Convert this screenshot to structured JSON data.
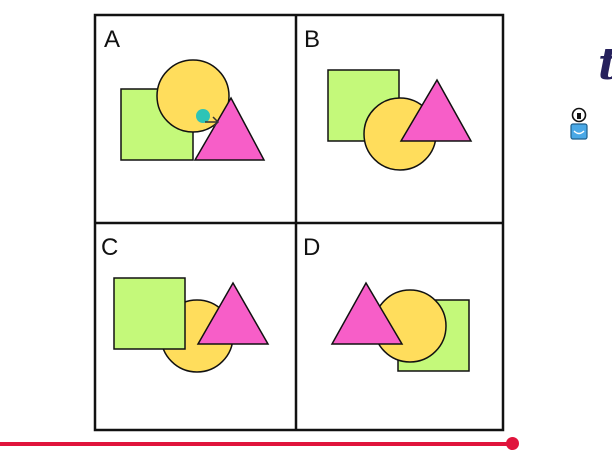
{
  "panels": [
    {
      "label": "A"
    },
    {
      "label": "B"
    },
    {
      "label": "C"
    },
    {
      "label": "D"
    }
  ],
  "side_glyph": "t",
  "icons": {
    "lightbulb": "lightbulb-icon",
    "box": "box-icon",
    "cursor": "cursor-arrow-icon"
  },
  "colors": {
    "square": "#c4f97a",
    "circle": "#ffdd5c",
    "triangle": "#f75ec8",
    "outline": "#111111",
    "cursor_dot": "#2ec4b6",
    "progress": "#e0143c",
    "side_glyph": "#26215c",
    "box_icon": "#4aa8e6"
  },
  "progress": {
    "fraction": 1.0
  }
}
